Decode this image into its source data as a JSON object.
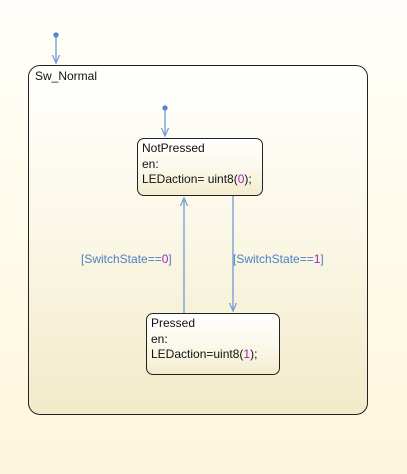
{
  "diagram": {
    "superstate": {
      "name": "Sw_Normal"
    },
    "states": {
      "not_pressed": {
        "name": "NotPressed",
        "entry_label": "en:",
        "action_prefix": "LEDaction= uint8(",
        "action_value": "0",
        "action_suffix": ");"
      },
      "pressed": {
        "name": "Pressed",
        "entry_label": "en:",
        "action_prefix": "LEDaction=uint8(",
        "action_value": "1",
        "action_suffix": ");"
      }
    },
    "transitions": {
      "to_pressed": {
        "guard_prefix": "[SwitchState==",
        "guard_value": "1",
        "guard_suffix": "]"
      },
      "to_not_pressed": {
        "guard_prefix": "[SwitchState==",
        "guard_value": "0",
        "guard_suffix": "]"
      }
    },
    "colors": {
      "transition": "#6b9bd6",
      "guard_text": "#4d7fc4",
      "numeric_literal": "#a020c8",
      "state_border": "#222222"
    }
  }
}
